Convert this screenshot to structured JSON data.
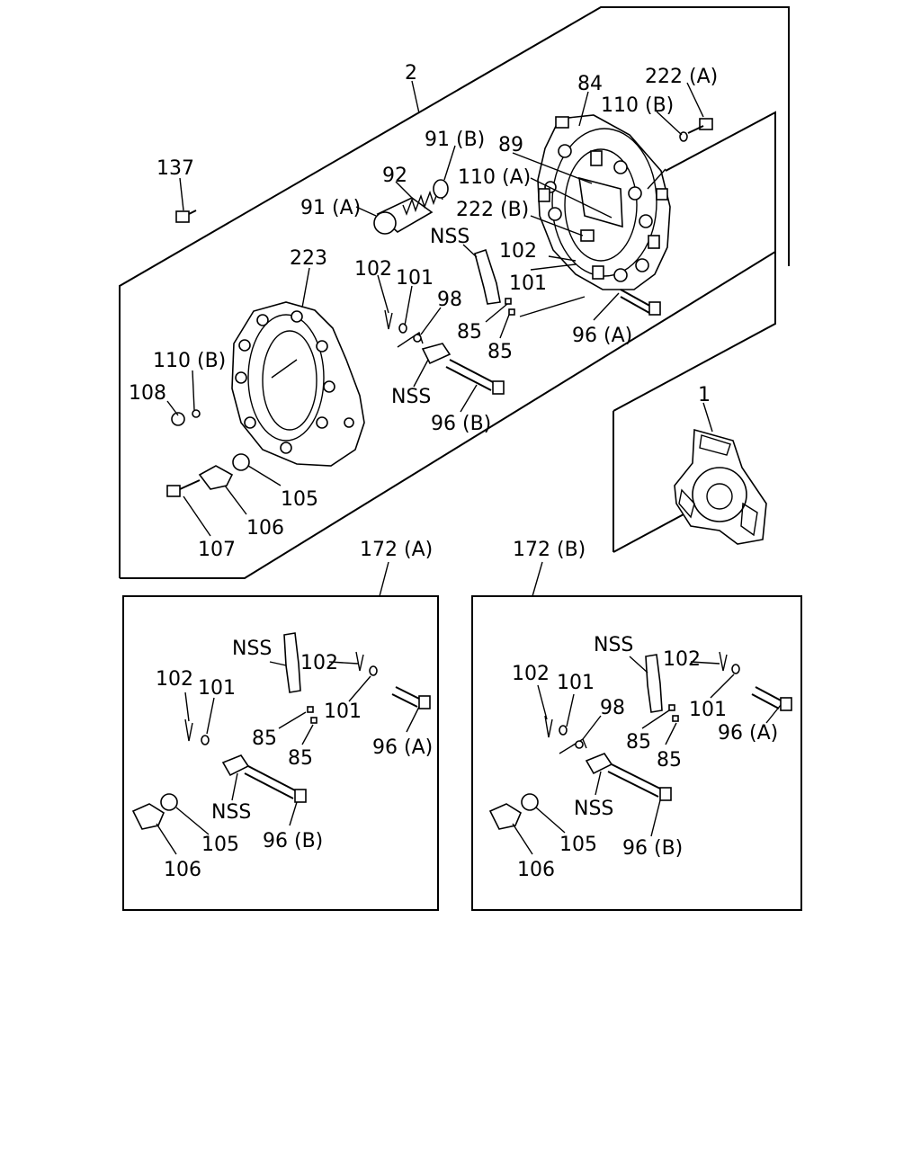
{
  "labels": {
    "l_2": "2",
    "l_222A": "222 (A)",
    "l_84": "84",
    "l_110B_top": "110 (B)",
    "l_91B": "91 (B)",
    "l_89": "89",
    "l_110A": "110 (A)",
    "l_137": "137",
    "l_92": "92",
    "l_91A": "91 (A)",
    "l_222B": "222 (B)",
    "l_NSS_1": "NSS",
    "l_223": "223",
    "l_102_1": "102",
    "l_102_2": "102",
    "l_101_1": "101",
    "l_101_2": "101",
    "l_98_1": "98",
    "l_85_1": "85",
    "l_85_2": "85",
    "l_96A_1": "96 (A)",
    "l_110B_left": "110 (B)",
    "l_108": "108",
    "l_NSS_2": "NSS",
    "l_96B_1": "96 (B)",
    "l_1": "1",
    "l_105_1": "105",
    "l_106_1": "106",
    "l_107": "107",
    "l_172A": "172 (A)",
    "l_172B": "172 (B)",
    "a_NSS_1": "NSS",
    "a_102_1": "102",
    "a_102_2": "102",
    "a_101_1": "101",
    "a_101_2": "101",
    "a_85_1": "85",
    "a_85_2": "85",
    "a_96A": "96 (A)",
    "a_NSS_2": "NSS",
    "a_105": "105",
    "a_96B": "96 (B)",
    "a_106": "106",
    "b_NSS_1": "NSS",
    "b_102_1": "102",
    "b_102_2": "102",
    "b_101_1": "101",
    "b_101_2": "101",
    "b_98": "98",
    "b_85_1": "85",
    "b_85_2": "85",
    "b_96A": "96 (A)",
    "b_NSS_2": "NSS",
    "b_105": "105",
    "b_96B": "96 (B)",
    "b_106": "106"
  }
}
